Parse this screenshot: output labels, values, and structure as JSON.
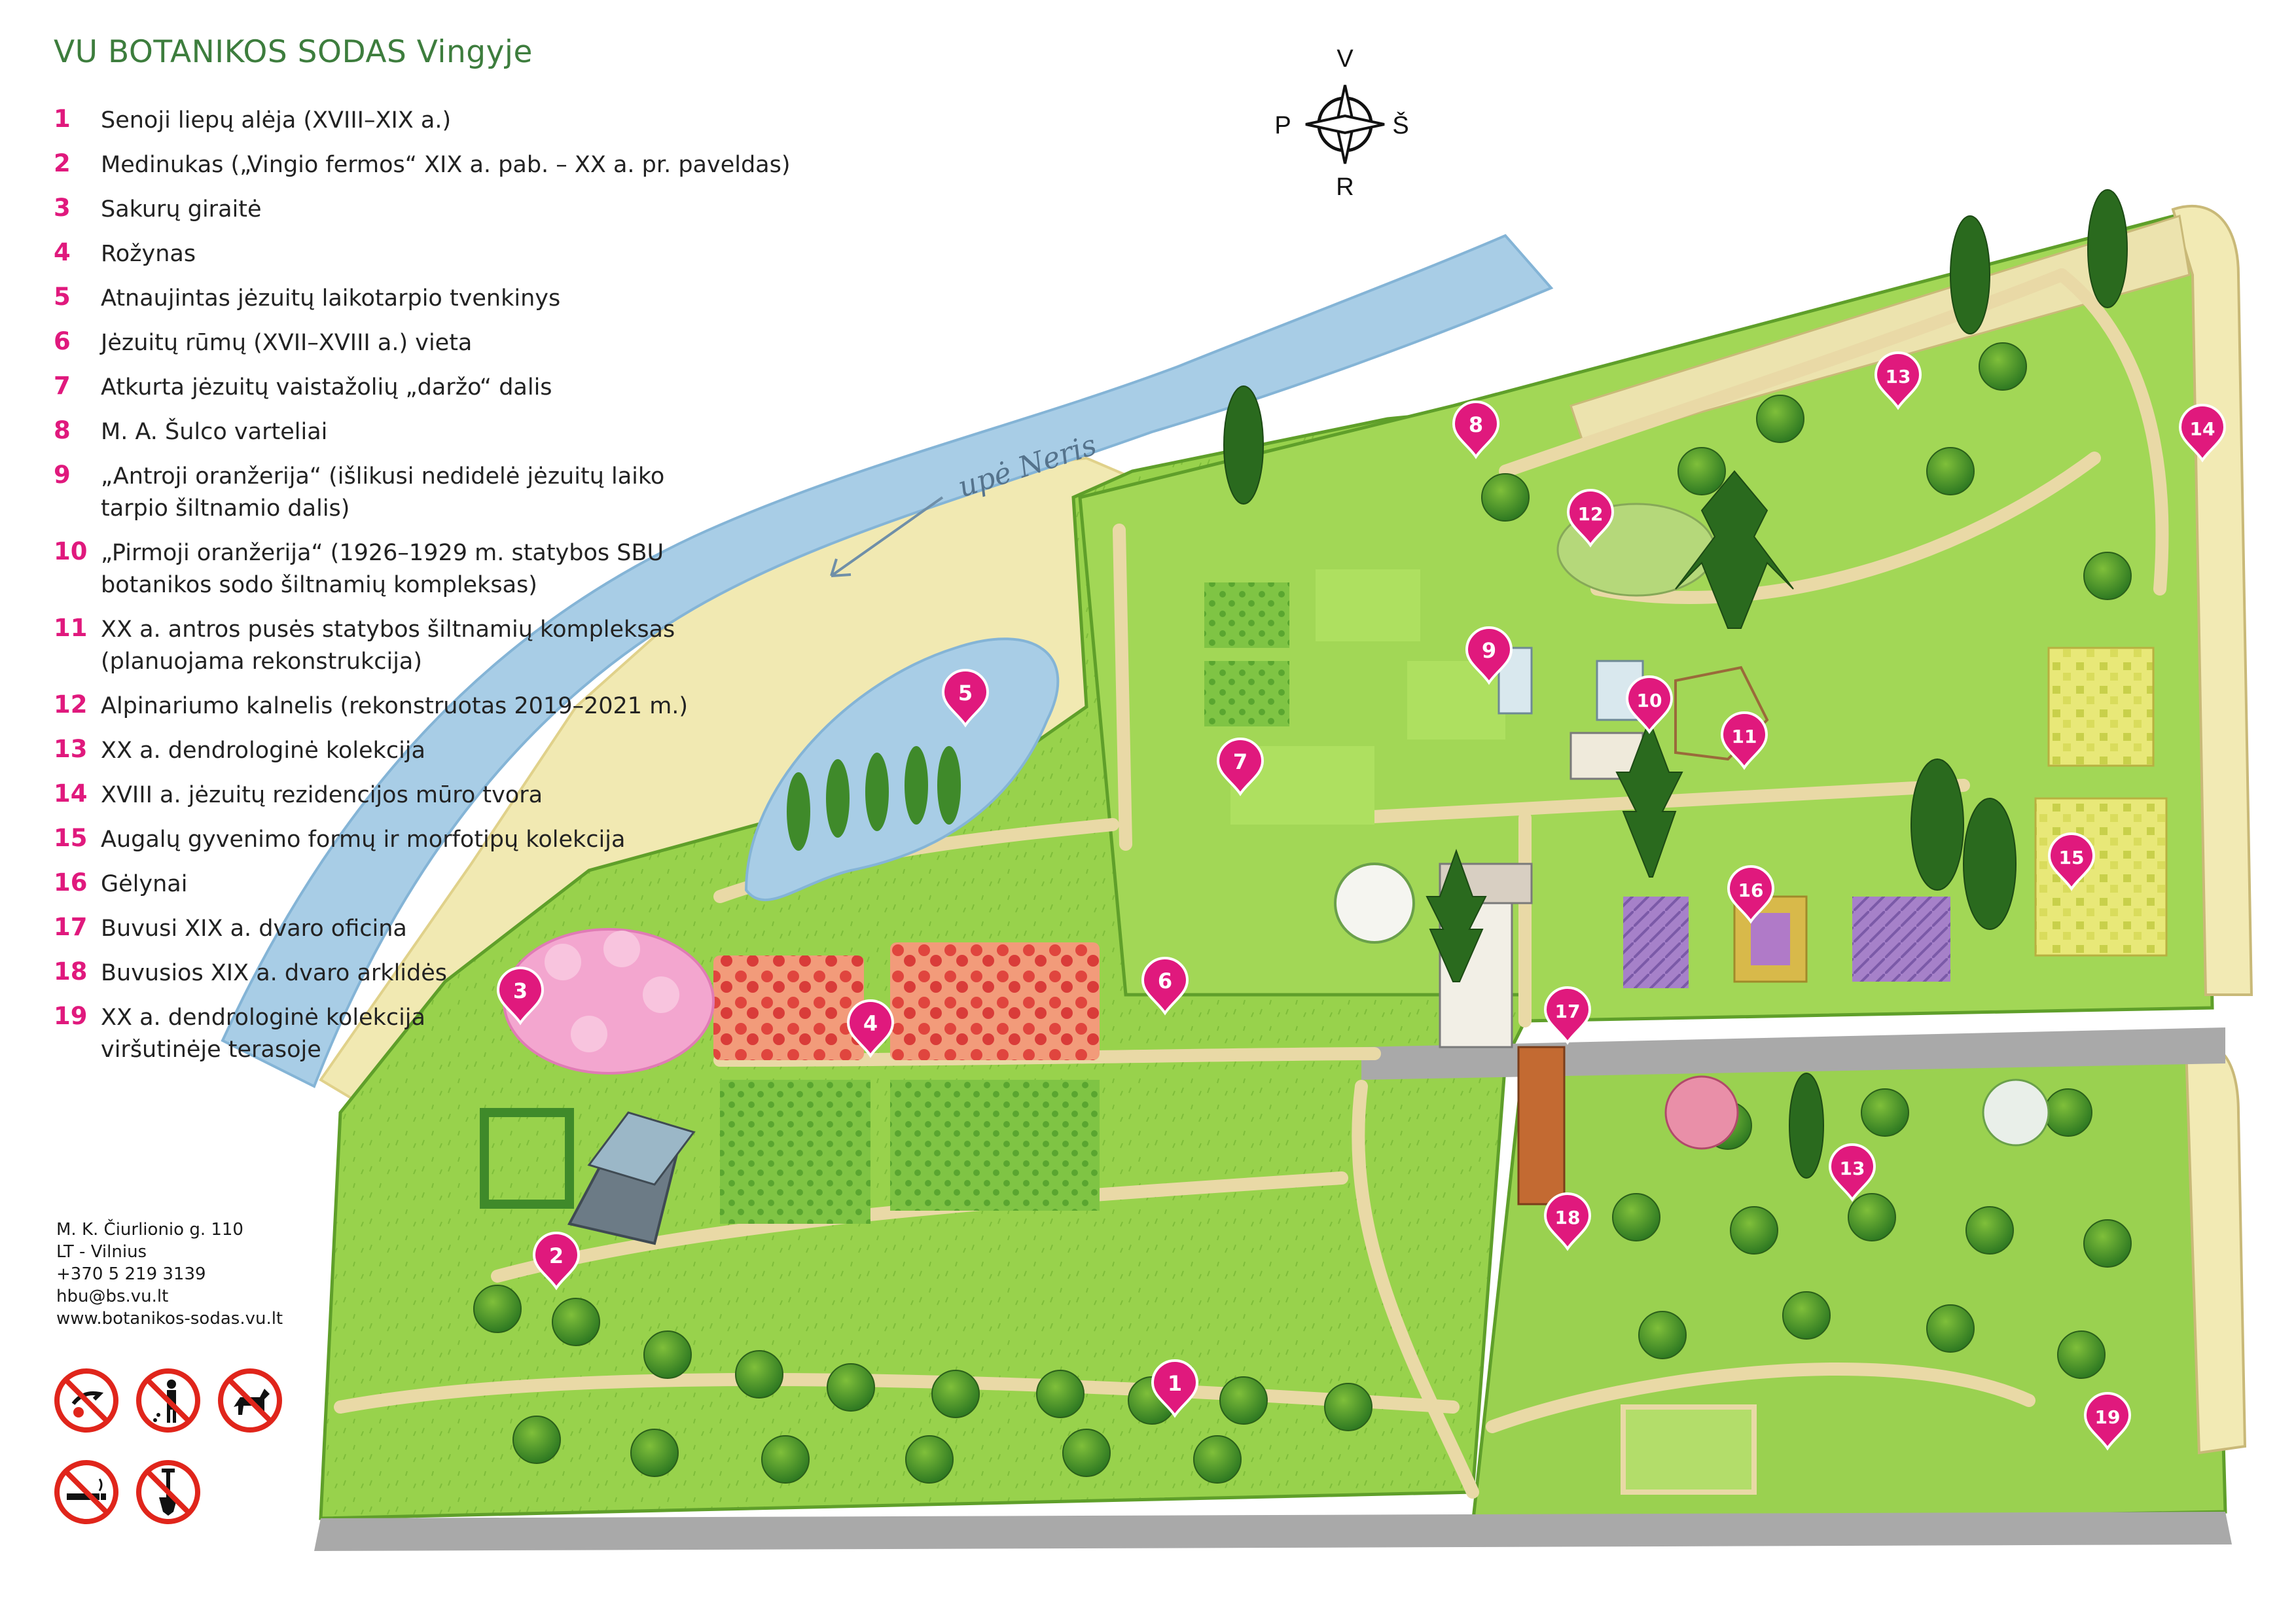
{
  "title": "VU BOTANIKOS SODAS Vingyje",
  "compass": {
    "north": "V",
    "south": "R",
    "west": "P",
    "east": "Š"
  },
  "river_label": "upė Neris",
  "legend": [
    {
      "num": "1",
      "line1": "Senoji liepų alėja (XVIII–XIX a.)",
      "line2": ""
    },
    {
      "num": "2",
      "line1": "Medinukas („Vingio fermos“ XIX a. pab. – XX a. pr.  paveldas)",
      "line2": ""
    },
    {
      "num": "3",
      "line1": "Sakurų giraitė",
      "line2": ""
    },
    {
      "num": "4",
      "line1": "Rožynas",
      "line2": ""
    },
    {
      "num": "5",
      "line1": "Atnaujintas jėzuitų laikotarpio tvenkinys",
      "line2": ""
    },
    {
      "num": "6",
      "line1": "Jėzuitų rūmų (XVII–XVIII a.) vieta",
      "line2": ""
    },
    {
      "num": "7",
      "line1": "Atkurta jėzuitų vaistažolių „daržo“ dalis",
      "line2": ""
    },
    {
      "num": "8",
      "line1": "M. A. Šulco varteliai",
      "line2": ""
    },
    {
      "num": "9",
      "line1": "„Antroji oranžerija“ (išlikusi nedidelė jėzuitų laiko",
      "line2": "tarpio šiltnamio dalis)"
    },
    {
      "num": "10",
      "line1": "„Pirmoji oranžerija“ (1926–1929 m. statybos SBU",
      "line2": "botanikos sodo šiltnamių kompleksas)"
    },
    {
      "num": "11",
      "line1": "XX a. antros pusės statybos šiltnamių kompleksas",
      "line2": "(planuojama rekonstrukcija)"
    },
    {
      "num": "12",
      "line1": "Alpinariumo kalnelis (rekonstruotas 2019–2021 m.)",
      "line2": ""
    },
    {
      "num": "13",
      "line1": "XX a. dendrologinė kolekcija",
      "line2": ""
    },
    {
      "num": "14",
      "line1": "XVIII a. jėzuitų rezidencijos mūro tvora",
      "line2": ""
    },
    {
      "num": "15",
      "line1": "Augalų gyvenimo formų ir morfotipų kolekcija",
      "line2": ""
    },
    {
      "num": "16",
      "line1": "Gėlynai",
      "line2": ""
    },
    {
      "num": "17",
      "line1": "Buvusi XIX a. dvaro oficina",
      "line2": ""
    },
    {
      "num": "18",
      "line1": "Buvusios XIX a. dvaro arklidės",
      "line2": ""
    },
    {
      "num": "19",
      "line1": "XX a. dendrologinė kolekcija",
      "line2": "viršutinėje terasoje"
    }
  ],
  "address": [
    "M. K. Čiurlionio g. 110",
    "LT - Vilnius",
    "+370 5 219 3139",
    "hbu@bs.vu.lt",
    "www.botanikos-sodas.vu.lt"
  ],
  "rules": [
    "no-picking-flowers-icon",
    "no-littering-icon",
    "no-dogs-icon",
    "no-smoking-icon",
    "no-digging-icon"
  ],
  "markers": [
    "1",
    "2",
    "3",
    "4",
    "5",
    "6",
    "7",
    "8",
    "9",
    "10",
    "11",
    "12",
    "13",
    "13",
    "14",
    "15",
    "16",
    "17",
    "18",
    "19"
  ],
  "colors": {
    "accent": "#e0197d",
    "title": "#3d7d3d",
    "lawn": "#8fce4a",
    "path": "#e9d9a6",
    "river": "#a8cde6",
    "road": "#a9a9a9"
  }
}
